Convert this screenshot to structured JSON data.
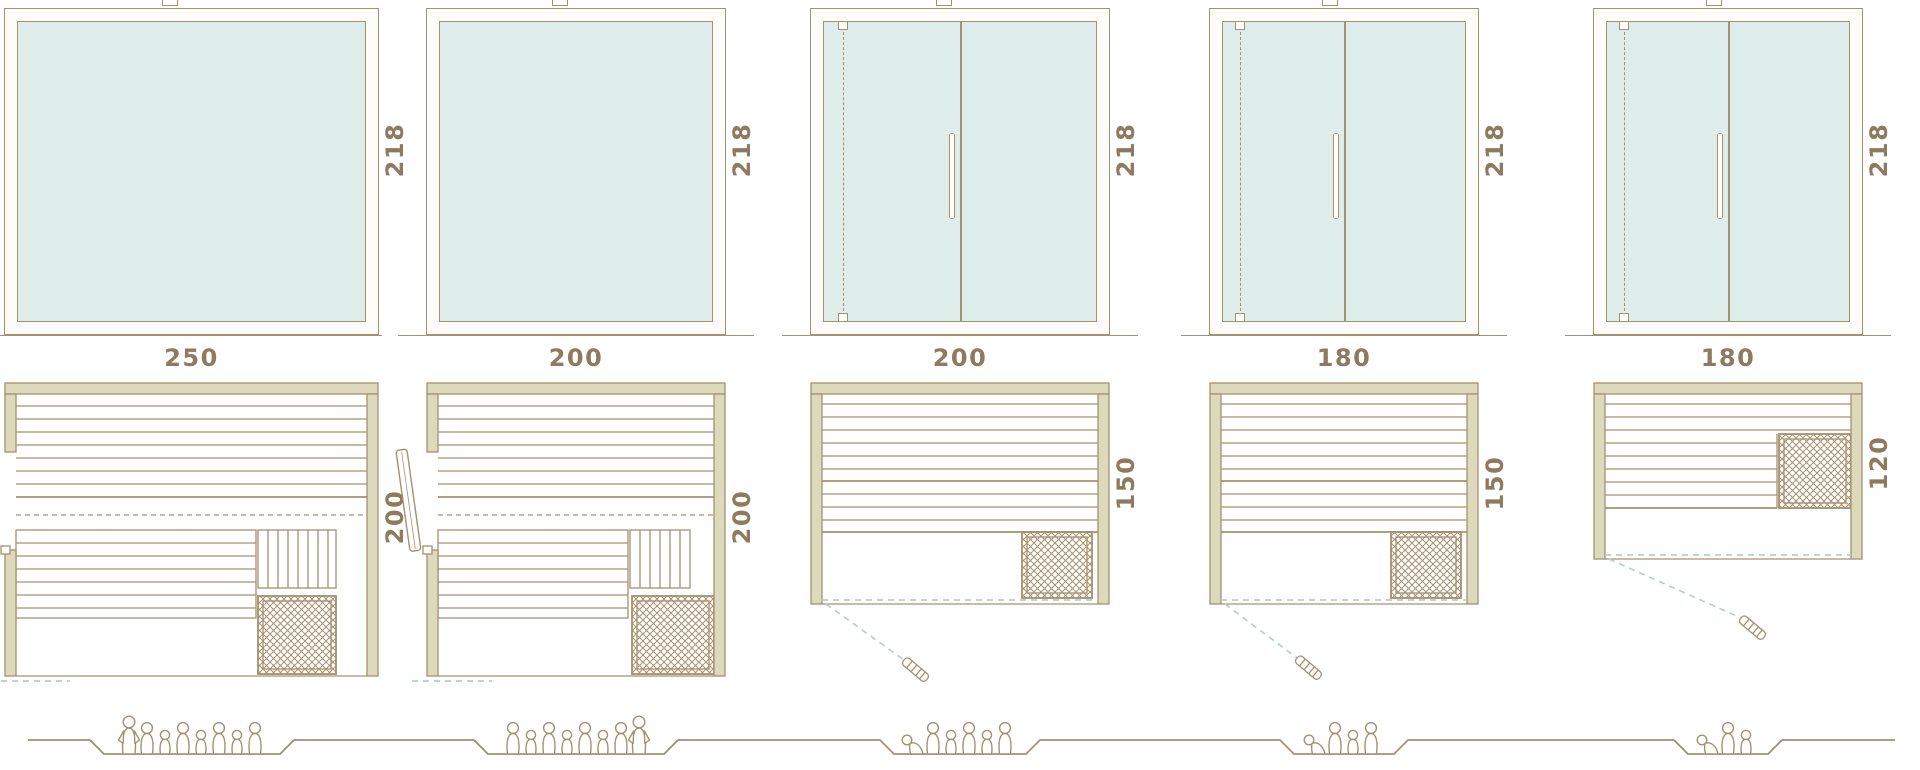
{
  "diagram": {
    "kind": "sauna-cabin-size-chart",
    "rows": [
      "front-elevation",
      "floor-plan",
      "capacity-figures"
    ]
  },
  "colors": {
    "line": "#a6906f",
    "label_text": "#8d7a5f",
    "glass_fill": "#dfedea",
    "wall_fill": "#ddd9bc",
    "door_swing_dash": "#aed4cd"
  },
  "models": [
    {
      "name": "cabin-250x200",
      "width_cm": "250",
      "height_cm": "218",
      "depth_cm": "200",
      "door": "side-hinged",
      "capacity_persons": 8
    },
    {
      "name": "cabin-200x200",
      "width_cm": "200",
      "height_cm": "218",
      "depth_cm": "200",
      "door": "side-hinged",
      "capacity_persons": 8
    },
    {
      "name": "cabin-200x150",
      "width_cm": "200",
      "height_cm": "218",
      "depth_cm": "150",
      "door": "front-glass-double",
      "capacity_persons": 6
    },
    {
      "name": "cabin-180x150",
      "width_cm": "180",
      "height_cm": "218",
      "depth_cm": "150",
      "door": "front-glass-double",
      "capacity_persons": 4
    },
    {
      "name": "cabin-180x120",
      "width_cm": "180",
      "height_cm": "218",
      "depth_cm": "120",
      "door": "front-glass-double",
      "capacity_persons": 3
    }
  ]
}
